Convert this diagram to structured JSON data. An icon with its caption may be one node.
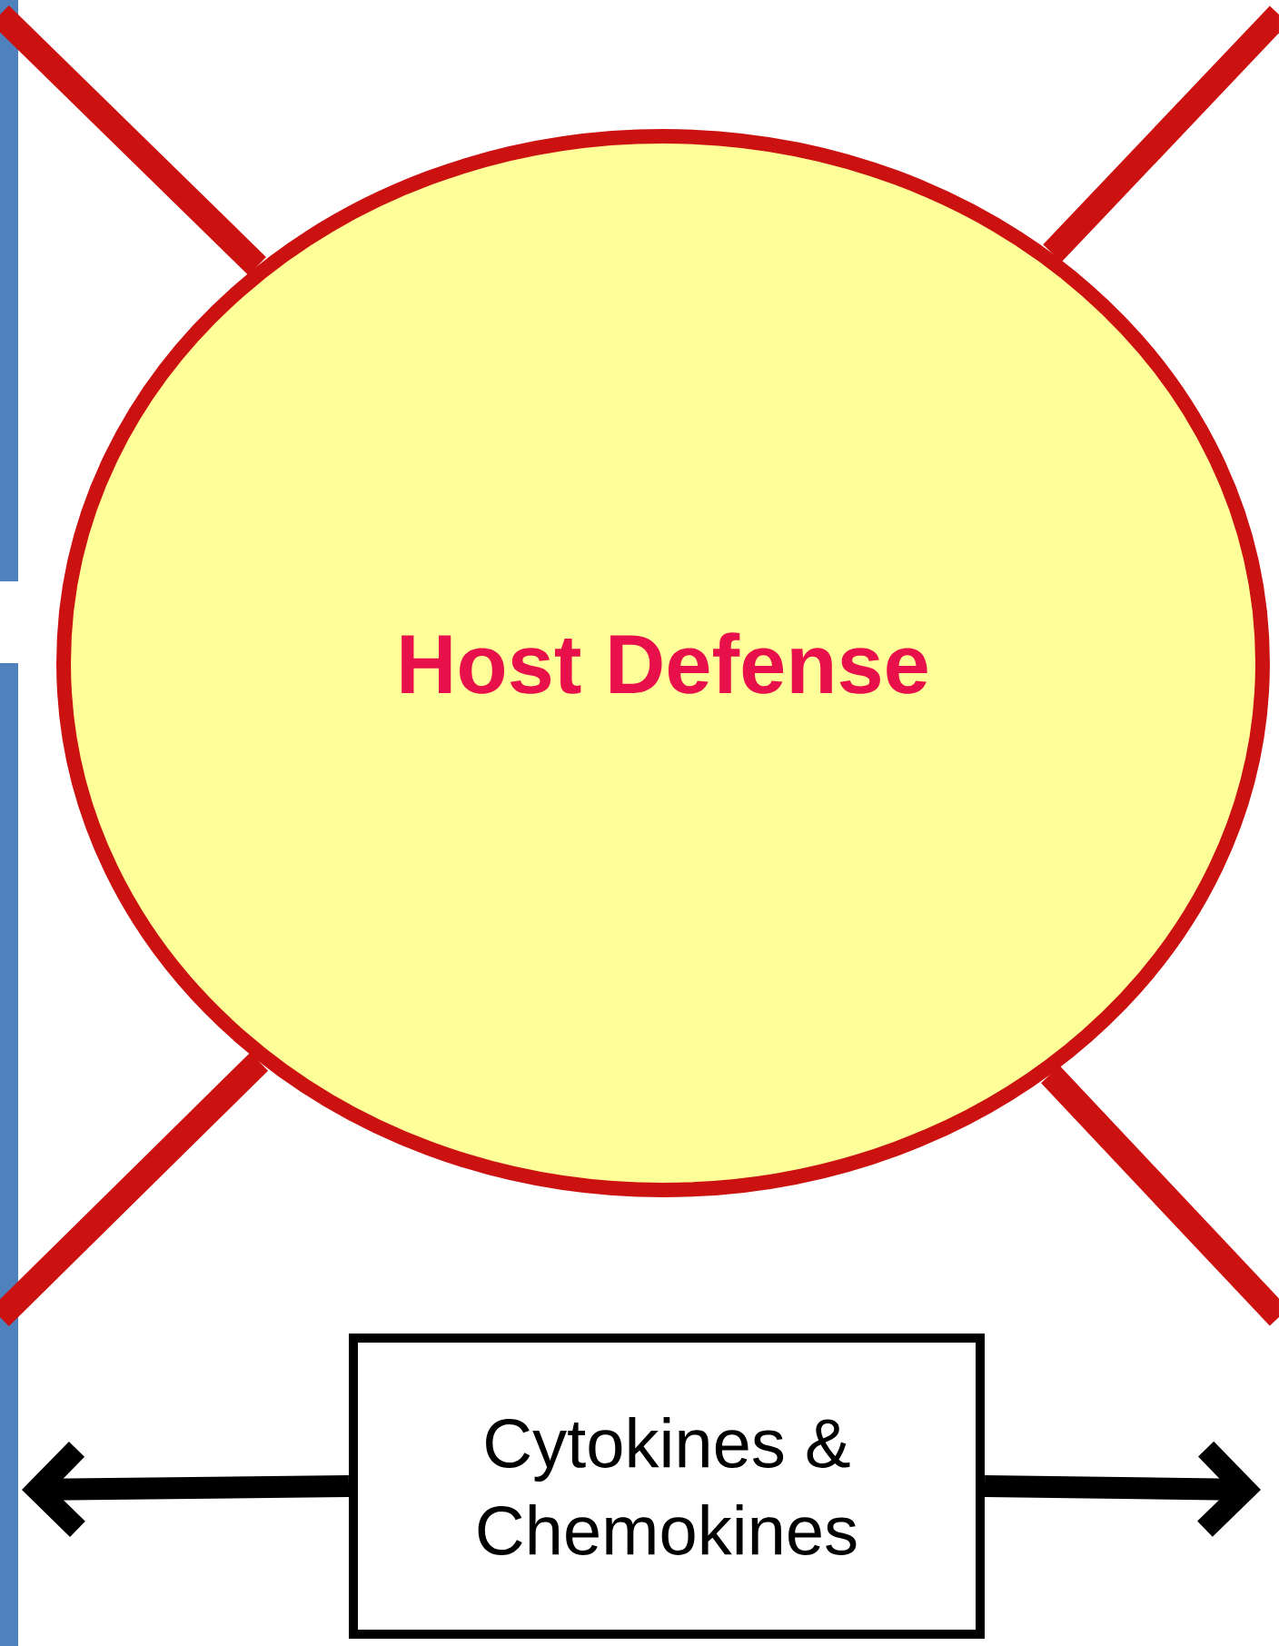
{
  "diagram": {
    "nodes": [
      {
        "text": [
          "Host Defense"
        ]
      },
      {
        "text": [
          "Cytokines & Chemokines"
        ]
      }
    ],
    "edges": [
      {
        "from": 0,
        "to": null,
        "arrow": "none"
      },
      {
        "from": 0,
        "to": null,
        "arrow": "none"
      },
      {
        "from": 0,
        "to": null,
        "arrow": "none"
      },
      {
        "from": 0,
        "to": null,
        "arrow": "none"
      },
      {
        "from": 1,
        "to": null,
        "arrow": "to",
        "color": "#000000"
      },
      {
        "from": 1,
        "to": null,
        "arrow": "to",
        "color": "#000000"
      }
    ]
  }
}
